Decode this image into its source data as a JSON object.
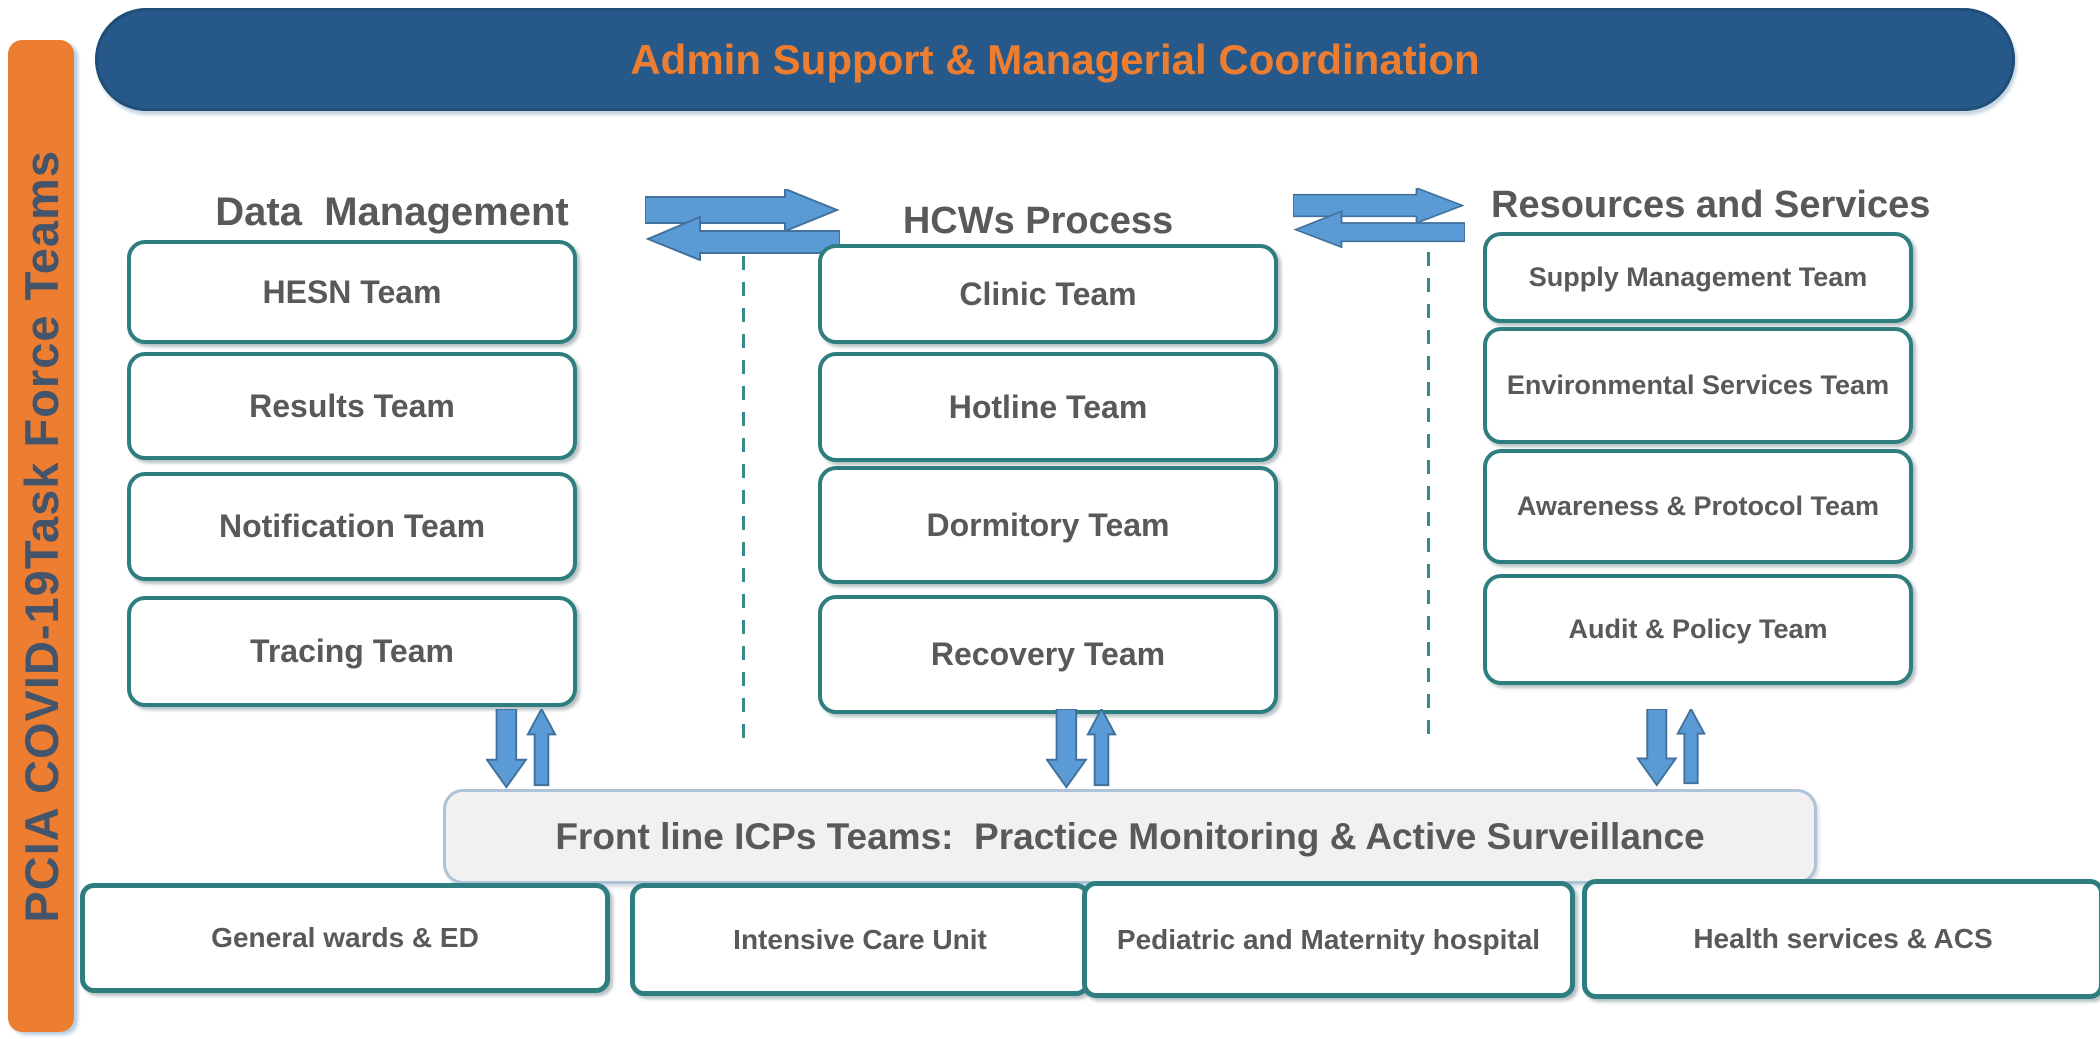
{
  "sidebar": {
    "label": "PCIA COVID-19Task Force Teams"
  },
  "banner": {
    "title": "Admin Support & Managerial Coordination"
  },
  "columns": [
    {
      "title": "Data  Management",
      "boxes": [
        "HESN Team",
        "Results Team",
        "Notification Team",
        "Tracing Team"
      ]
    },
    {
      "title": "HCWs Process",
      "boxes": [
        "Clinic Team",
        "Hotline Team",
        "Dormitory Team",
        "Recovery Team"
      ]
    },
    {
      "title": "Resources and Services",
      "boxes": [
        "Supply Management Team",
        "Environmental Services Team",
        "Awareness & Protocol Team",
        "Audit & Policy Team"
      ]
    }
  ],
  "frontline": {
    "label": "Front line ICPs Teams:  Practice Monitoring & Active Surveillance"
  },
  "bottom_row": [
    "General wards & ED",
    "Intensive Care Unit",
    "Pediatric and Maternity hospital",
    "Health services & ACS"
  ],
  "colors": {
    "accent_orange": "#ED7D31",
    "banner_blue": "#26598A",
    "banner_border_blue": "#1F4E79",
    "box_teal": "#2E7D7F",
    "text_gray": "#595959",
    "sidebar_text": "#44546A",
    "arrow_blue": "#5B9BD5",
    "arrow_outline_blue": "#41719C",
    "frontline_fill": "#F1F1F2",
    "frontline_border": "#AEC3D8"
  }
}
